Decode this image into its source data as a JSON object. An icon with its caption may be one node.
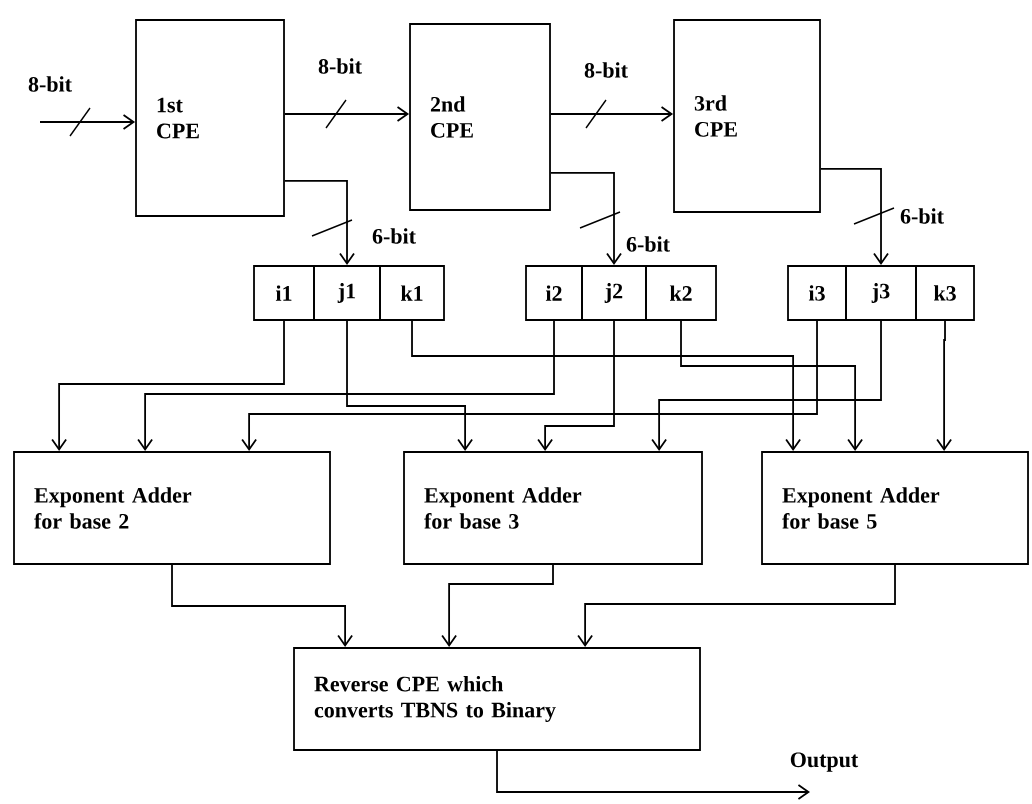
{
  "diagram": {
    "nodes": [
      {
        "text": [
          "1st CPE"
        ]
      },
      {
        "text": [
          "2nd CPE"
        ]
      },
      {
        "text": [
          "3rd CPE"
        ]
      },
      {
        "text": [
          "i1"
        ]
      },
      {
        "text": [
          "j1"
        ]
      },
      {
        "text": [
          "k1"
        ]
      },
      {
        "text": [
          "i2"
        ]
      },
      {
        "text": [
          "j2"
        ]
      },
      {
        "text": [
          "k2"
        ]
      },
      {
        "text": [
          "i3"
        ]
      },
      {
        "text": [
          "j3"
        ]
      },
      {
        "text": [
          "k3"
        ]
      },
      {
        "text": [
          "Exponent Adder for base 2"
        ]
      },
      {
        "text": [
          "Exponent Adder for base 3"
        ]
      },
      {
        "text": [
          "Exponent Adder for base 5"
        ]
      },
      {
        "text": [
          "Reverse CPE which converts TBNS to Binary"
        ]
      }
    ],
    "edges": [
      {
        "from": null,
        "to": 0,
        "arrow": "to",
        "label": "8-bit"
      },
      {
        "from": 0,
        "to": 1,
        "arrow": "to",
        "label": "8-bit"
      },
      {
        "from": 1,
        "to": 2,
        "arrow": "to",
        "label": "8-bit"
      },
      {
        "from": 0,
        "to": 4,
        "arrow": "to",
        "label": "6-bit"
      },
      {
        "from": 1,
        "to": 7,
        "arrow": "to",
        "label": "6-bit"
      },
      {
        "from": 2,
        "to": 10,
        "arrow": "to",
        "label": "6-bit"
      },
      {
        "from": 3,
        "to": 12,
        "arrow": "to"
      },
      {
        "from": 4,
        "to": 13,
        "arrow": "to"
      },
      {
        "from": 5,
        "to": 14,
        "arrow": "to"
      },
      {
        "from": 6,
        "to": 12,
        "arrow": "to"
      },
      {
        "from": 7,
        "to": 13,
        "arrow": "to"
      },
      {
        "from": 8,
        "to": 14,
        "arrow": "to"
      },
      {
        "from": 9,
        "to": 12,
        "arrow": "to"
      },
      {
        "from": 10,
        "to": 13,
        "arrow": "to"
      },
      {
        "from": 11,
        "to": 14,
        "arrow": "to"
      },
      {
        "from": 12,
        "to": 15,
        "arrow": "to"
      },
      {
        "from": 13,
        "to": 15,
        "arrow": "to"
      },
      {
        "from": 14,
        "to": 15,
        "arrow": "to"
      },
      {
        "from": 15,
        "to": null,
        "arrow": "to",
        "label": "Output"
      }
    ]
  }
}
